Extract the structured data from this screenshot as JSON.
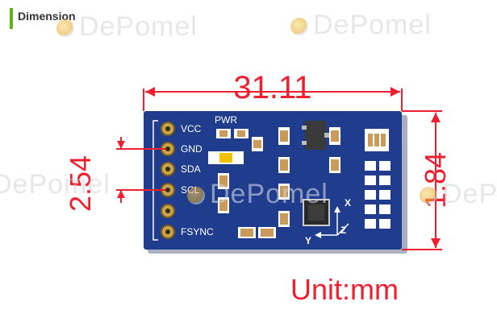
{
  "heading": {
    "title": "Dimension"
  },
  "dimensions": {
    "width": "31.11",
    "height": "1.84",
    "pin_pitch": "2.54",
    "unit": "Unit:mm"
  },
  "board": {
    "pins": [
      "VCC",
      "GND",
      "SDA",
      "SCL",
      "FSYNC"
    ],
    "power_label": "PWR",
    "axes": {
      "x": "X",
      "y": "Y",
      "z": "Z"
    }
  },
  "watermark": {
    "text": "DePomel"
  },
  "colors": {
    "board": "#1f3d8c",
    "dimension": "#ee2030",
    "accent": "#5bb318"
  }
}
